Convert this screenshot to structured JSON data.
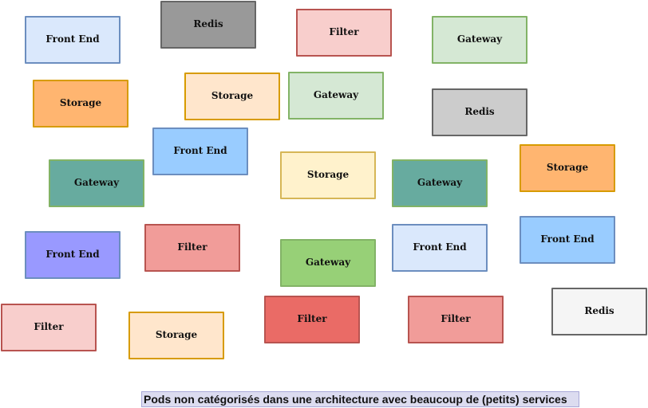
{
  "caption": "Pods non catégorisés dans une architecture avec beaucoup de (petits) services",
  "pods": [
    {
      "label": "Front End",
      "fill": "#dae8fc",
      "stroke": "#6c8ebf"
    },
    {
      "label": "Redis",
      "fill": "#999999",
      "stroke": "#666666"
    },
    {
      "label": "Filter",
      "fill": "#f8cecc",
      "stroke": "#b85450"
    },
    {
      "label": "Gateway",
      "fill": "#d5e8d4",
      "stroke": "#82b366"
    },
    {
      "label": "Storage",
      "fill": "#ffb570",
      "stroke": "#d79b00"
    },
    {
      "label": "Storage",
      "fill": "#ffe6cc",
      "stroke": "#d79b00"
    },
    {
      "label": "Gateway",
      "fill": "#d5e8d4",
      "stroke": "#82b366"
    },
    {
      "label": "Redis",
      "fill": "#cccccc",
      "stroke": "#666666"
    },
    {
      "label": "Front End",
      "fill": "#99ccff",
      "stroke": "#6c8ebf"
    },
    {
      "label": "Gateway",
      "fill": "#67ab9f",
      "stroke": "#82b366"
    },
    {
      "label": "Storage",
      "fill": "#fff2cc",
      "stroke": "#d6b656"
    },
    {
      "label": "Gateway",
      "fill": "#67ab9f",
      "stroke": "#82b366"
    },
    {
      "label": "Storage",
      "fill": "#ffb570",
      "stroke": "#d79b00"
    },
    {
      "label": "Front End",
      "fill": "#9999ff",
      "stroke": "#6c8ebf"
    },
    {
      "label": "Filter",
      "fill": "#f19c99",
      "stroke": "#b85450"
    },
    {
      "label": "Gateway",
      "fill": "#97d077",
      "stroke": "#82b366"
    },
    {
      "label": "Front End",
      "fill": "#dae8fc",
      "stroke": "#6c8ebf"
    },
    {
      "label": "Front End",
      "fill": "#99ccff",
      "stroke": "#6c8ebf"
    },
    {
      "label": "Filter",
      "fill": "#f8cecc",
      "stroke": "#b85450"
    },
    {
      "label": "Storage",
      "fill": "#ffe6cc",
      "stroke": "#d79b00"
    },
    {
      "label": "Filter",
      "fill": "#ea6b66",
      "stroke": "#b85450"
    },
    {
      "label": "Filter",
      "fill": "#f19c99",
      "stroke": "#b85450"
    },
    {
      "label": "Redis",
      "fill": "#f5f5f5",
      "stroke": "#666666"
    }
  ]
}
